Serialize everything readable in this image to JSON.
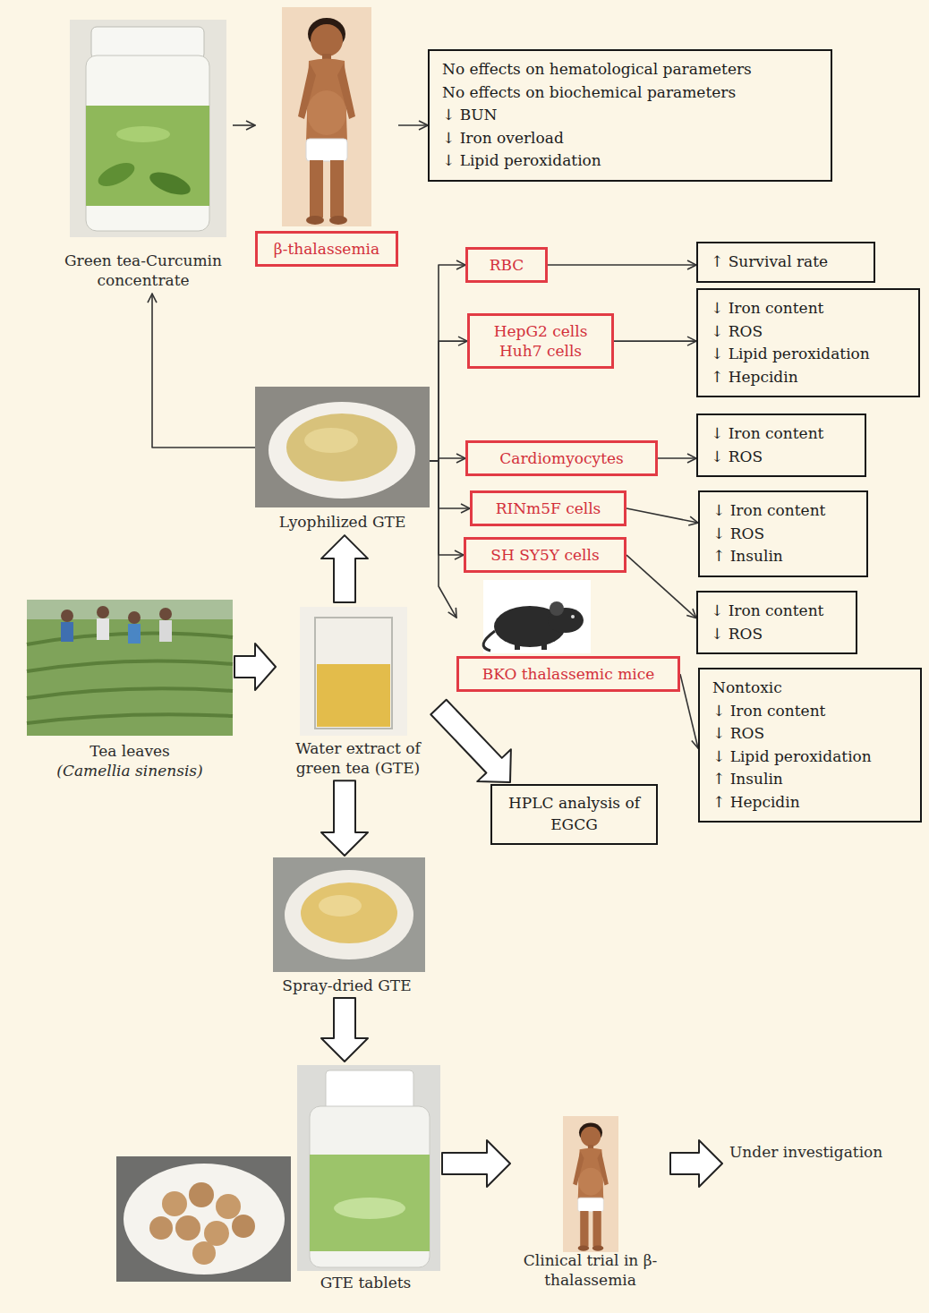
{
  "diagram": {
    "nodes": [
      {
        "text": [
          "Green tea-Curcumin concentrate"
        ]
      },
      {
        "text": [
          "β-thalassemia"
        ]
      },
      {
        "text": [
          "No effects on hematological parameters",
          "No effects on biochemical parameters",
          "↓ BUN",
          "↓ Iron overload",
          "↓ Lipid peroxidation"
        ]
      },
      {
        "text": [
          "RBC"
        ]
      },
      {
        "text": [
          "↑ Survival rate"
        ]
      },
      {
        "text": [
          "HepG2 cells",
          "Huh7 cells"
        ]
      },
      {
        "text": [
          "↓ Iron content",
          "↓ ROS",
          "↓ Lipid peroxidation",
          "↑ Hepcidin"
        ]
      },
      {
        "text": [
          "Lyophilized GTE"
        ]
      },
      {
        "text": [
          "Cardiomyocytes"
        ]
      },
      {
        "text": [
          "↓ Iron content",
          "↓ ROS"
        ]
      },
      {
        "text": [
          "RINm5F cells"
        ]
      },
      {
        "text": [
          "↓ Iron content",
          "↓ ROS",
          "↑ Insulin"
        ]
      },
      {
        "text": [
          "SH SY5Y cells"
        ]
      },
      {
        "text": [
          "↓ Iron content",
          "↓ ROS"
        ]
      },
      {
        "text": [
          "Tea leaves",
          "(Camellia sinensis)"
        ]
      },
      {
        "text": [
          "Water extract of green tea (GTE)"
        ]
      },
      {
        "text": [
          "BKO thalassemic mice"
        ]
      },
      {
        "text": [
          "Nontoxic",
          "↓ Iron content",
          "↓ ROS",
          "↓ Lipid peroxidation",
          "↑ Insulin",
          "↑ Hepcidin"
        ]
      },
      {
        "text": [
          "HPLC analysis of EGCG"
        ]
      },
      {
        "text": [
          "Spray-dried GTE"
        ]
      },
      {
        "text": [
          "GTE tablets"
        ]
      },
      {
        "text": [
          "Clinical trial in β-thalassemia"
        ]
      },
      {
        "text": [
          "Under investigation"
        ]
      }
    ],
    "edges": [
      {
        "from": 0,
        "to": 1,
        "arrow": "to"
      },
      {
        "from": 1,
        "to": 2,
        "arrow": "to"
      },
      {
        "from": 7,
        "to": 0,
        "arrow": "to"
      },
      {
        "from": 7,
        "to": 3,
        "arrow": "to"
      },
      {
        "from": 7,
        "to": 5,
        "arrow": "to"
      },
      {
        "from": 7,
        "to": 8,
        "arrow": "to"
      },
      {
        "from": 7,
        "to": 10,
        "arrow": "to"
      },
      {
        "from": 7,
        "to": 12,
        "arrow": "to"
      },
      {
        "from": 7,
        "to": 16,
        "arrow": "to"
      },
      {
        "from": 3,
        "to": 4,
        "arrow": "to"
      },
      {
        "from": 5,
        "to": 6,
        "arrow": "to"
      },
      {
        "from": 8,
        "to": 9,
        "arrow": "to"
      },
      {
        "from": 10,
        "to": 11,
        "arrow": "to"
      },
      {
        "from": 12,
        "to": 13,
        "arrow": "to"
      },
      {
        "from": 16,
        "to": 17,
        "arrow": "to"
      },
      {
        "from": 14,
        "to": 15,
        "arrow": "to"
      },
      {
        "from": 15,
        "to": 7,
        "arrow": "to"
      },
      {
        "from": 15,
        "to": 18,
        "arrow": "to"
      },
      {
        "from": 15,
        "to": 19,
        "arrow": "to"
      },
      {
        "from": 19,
        "to": 20,
        "arrow": "to"
      },
      {
        "from": 20,
        "to": 21,
        "arrow": "to"
      },
      {
        "from": 21,
        "to": 22,
        "arrow": "to"
      }
    ]
  }
}
